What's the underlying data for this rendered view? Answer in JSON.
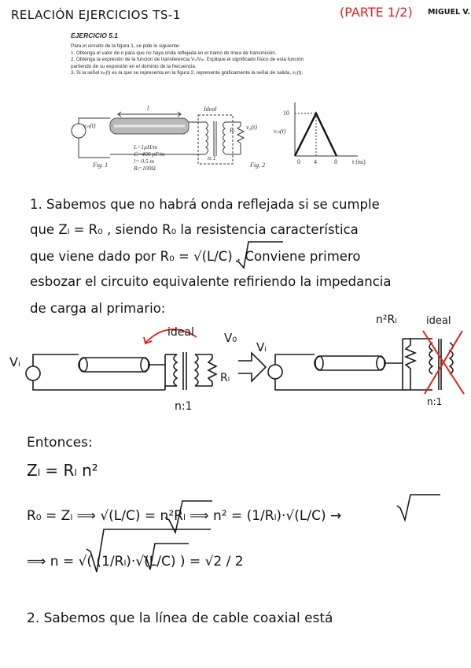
{
  "header": {
    "title": "RELACIÓN EJERCICIOS TS-1",
    "part": "(PARTE 1/2)",
    "author": "MIGUEL V."
  },
  "exercise": {
    "title": "EJERCICIO 5.1",
    "lines": [
      "Para el circuito de la figura 1, se pide lo siguiente:",
      "1. Obtenga el valor de n para que no haya onda reflejada en el tramo de línea de transmisión.",
      "2. Obtenga la expresión de la función de transferencia V₀/Vᵢₙ. Explique el significado físico de esta función",
      "partiendo de su expresión en el dominio de la frecuencia.",
      "3. Si la señal vᵢₙ(t) es la que se representa en la figura 2, represente gráficamente la señal de salida, v₀(t)."
    ]
  },
  "figure1": {
    "source_label": "vᵢₙ(t)",
    "length_label": "l",
    "transformer_label": "Ideal",
    "ratio_label": "n:1",
    "load_label": "Rₗ",
    "output_label": "v₀(t)",
    "params": [
      "L=1μH/m",
      "C=400 pF/m",
      "l= 0.5 m",
      "Rₗ=100Ω"
    ],
    "caption": "Fig. 1"
  },
  "figure2": {
    "caption": "Fig. 2",
    "ylabel": "vᵢₙ(t)",
    "xlabel": "t (ns)",
    "y_tick": "10",
    "x_ticks": [
      "0",
      "4",
      "8"
    ]
  },
  "solution": {
    "p1_lines": [
      "1. Sabemos que no habrá onda reflejada si se cumple",
      "que  Zₗ = R₀ ,  siendo R₀ la resistencia característica",
      "que viene dado por   R₀ = √(L/C) . Conviene primero",
      "esbozar el circuito equivalente refiriendo la impedancia",
      "de carga al primario:"
    ],
    "sketch_left": {
      "vi": "Vᵢ",
      "ideal": "ideal",
      "vo": "V₀",
      "rl": "Rₗ",
      "ratio": "n:1"
    },
    "sketch_right": {
      "vi": "Vᵢ",
      "n2rl": "n²Rₗ",
      "ideal": "ideal",
      "ratio": "n:1"
    },
    "then": "Entonces:",
    "eq1": "Zₗ = Rₗ n²",
    "eq2": "R₀ = Zₗ   ⟹   √(L/C) = n²Rₗ  ⟹  n² = (1/Rₗ)·√(L/C)  →",
    "eq3": "⟹  n = √( (1/Rₗ)·√(L/C) )  =  √2 / 2",
    "p2": "2. Sabemos que la línea de cable coaxial está"
  }
}
